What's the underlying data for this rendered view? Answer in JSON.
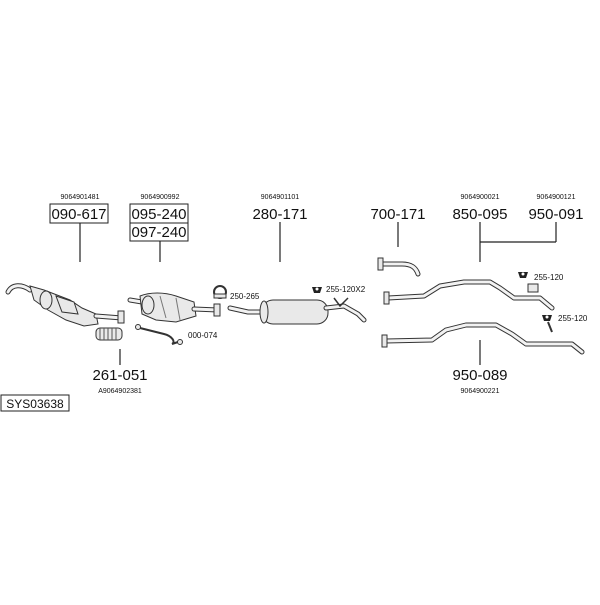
{
  "system_code": "SYS03638",
  "labels": {
    "p090617": {
      "part": "090-617",
      "ref": "9064901481"
    },
    "p095240": {
      "part": "095-240",
      "ref": "9064900992"
    },
    "p097240": {
      "part": "097-240"
    },
    "p280171": {
      "part": "280-171",
      "ref": "9064901101"
    },
    "p700171": {
      "part": "700-171"
    },
    "p850095": {
      "part": "850-095",
      "ref": "9064900021"
    },
    "p950091": {
      "part": "950-091",
      "ref": "9064900121"
    },
    "p261051": {
      "part": "261-051",
      "ref": "A9064902381"
    },
    "p950089": {
      "part": "950-089",
      "ref": "9064900221"
    },
    "a250265": {
      "part": "250-265"
    },
    "a255120x2": {
      "part": "255-120X2"
    },
    "a255120_top": {
      "part": "255-120"
    },
    "a255120_bot": {
      "part": "255-120"
    },
    "a000074": {
      "part": "000-074"
    }
  }
}
